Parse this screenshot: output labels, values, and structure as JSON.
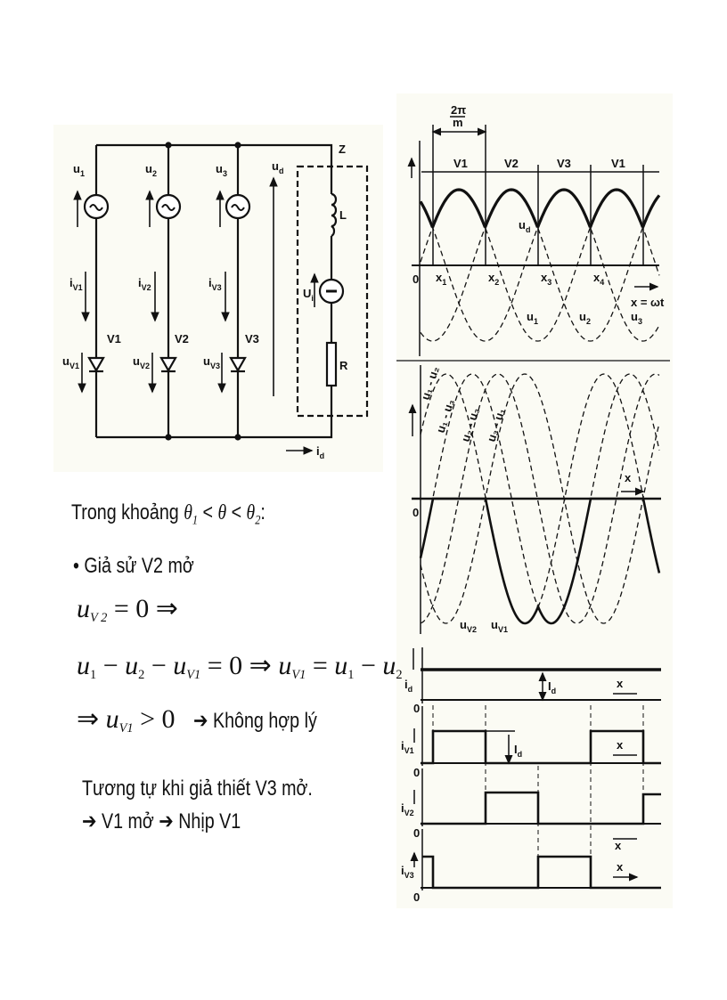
{
  "circuit": {
    "node_label": "Z",
    "sources": [
      {
        "u": "u",
        "sub": "1",
        "i": "i",
        "isub": "V1",
        "v": "V1",
        "uv": "u",
        "uvsub": "V1"
      },
      {
        "u": "u",
        "sub": "2",
        "i": "i",
        "isub": "V2",
        "v": "V2",
        "uv": "u",
        "uvsub": "V2"
      },
      {
        "u": "u",
        "sub": "3",
        "i": "i",
        "isub": "V3",
        "v": "V3",
        "uv": "u",
        "uvsub": "V3"
      }
    ],
    "ud": {
      "u": "u",
      "sub": "d"
    },
    "inductor": "L",
    "emf": {
      "u": "U",
      "sub": "i"
    },
    "resistor": "R",
    "id": {
      "i": "i",
      "sub": "d"
    }
  },
  "text": {
    "line1_a": "Trong khoảng ",
    "line1_t1": "θ",
    "line1_t1s": "1",
    "line1_lt": " < ",
    "line1_t": "θ",
    "line1_lt2": " < ",
    "line1_t2": "θ",
    "line1_t2s": "2",
    "line1_end": ":",
    "bullet": "• Giả sử V2 mở",
    "eq1_u": "u",
    "eq1_s": "V 2",
    "eq1_rest": " = 0 ⇒",
    "eq2_u1": "u",
    "eq2_s1": "1",
    "eq2_m1": " − ",
    "eq2_u2": "u",
    "eq2_s2": "2",
    "eq2_m2": " − ",
    "eq2_u3": "u",
    "eq2_s3": "V1",
    "eq2_mid": " = 0 ⇒ ",
    "eq2_u4": "u",
    "eq2_s4": "V1",
    "eq2_eq": " = ",
    "eq2_u5": "u",
    "eq2_s5": "1",
    "eq2_m3": " − ",
    "eq2_u6": "u",
    "eq2_s6": "2",
    "eq3_pre": "⇒ ",
    "eq3_u": "u",
    "eq3_s": "V1",
    "eq3_rest": " > 0",
    "eq3_note": "➔ Không hợp lý",
    "similar": "Tương tự khi giả thiết V3 mở.",
    "conclusion": "➔ V1 mở ➔ Nhịp V1"
  },
  "waveforms": {
    "period_label_num": "2π",
    "period_label_den": "m",
    "intervals": [
      "V1",
      "V2",
      "V3",
      "V1"
    ],
    "origin": "0",
    "x_points": [
      {
        "x": "x",
        "sub": "1"
      },
      {
        "x": "x",
        "sub": "2"
      },
      {
        "x": "x",
        "sub": "3"
      },
      {
        "x": "x",
        "sub": "4"
      }
    ],
    "x_axis_label": "x = ωt",
    "ud_label": {
      "u": "u",
      "sub": "d"
    },
    "phase_labels": [
      {
        "u": "u",
        "sub": "1"
      },
      {
        "u": "u",
        "sub": "2"
      },
      {
        "u": "u",
        "sub": "3"
      }
    ],
    "line_labels": [
      "u₁ - u₂",
      "u₁ - u₃",
      "u₂ - u₃",
      "u₃ - u₁"
    ],
    "uv1_label": {
      "u": "u",
      "sub": "V1"
    },
    "uv2_label": {
      "u": "u",
      "sub": "V2"
    },
    "x_label": "x",
    "current_labels": [
      {
        "i": "i",
        "sub": "d"
      },
      {
        "i": "i",
        "sub": "V1"
      },
      {
        "i": "i",
        "sub": "V2"
      },
      {
        "i": "i",
        "sub": "V3"
      }
    ],
    "Id_label": {
      "i": "I",
      "sub": "d"
    }
  }
}
